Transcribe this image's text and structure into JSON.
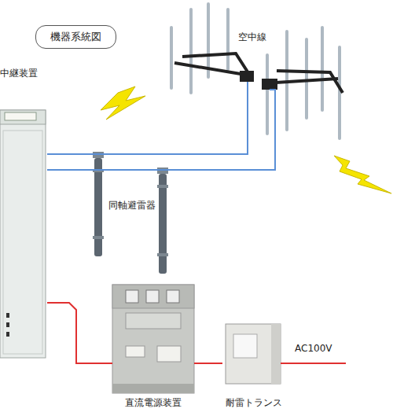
{
  "diagram": {
    "title": "機器系統図",
    "nodes": [
      {
        "text": [
          "中継装置"
        ]
      },
      {
        "text": [
          "空中線"
        ]
      },
      {
        "text": [
          "同軸避雷器"
        ]
      },
      {
        "text": [
          "直流電源装置"
        ]
      },
      {
        "text": [
          "耐雷トランス"
        ]
      }
    ],
    "edges": [
      {
        "from": 0,
        "to": 1,
        "arrow": "none"
      },
      {
        "from": 0,
        "to": 1,
        "arrow": "none"
      },
      {
        "from": 0,
        "to": 3,
        "arrow": "none"
      },
      {
        "from": 3,
        "to": 4,
        "arrow": "none"
      }
    ],
    "labels": [
      "AC100V"
    ]
  }
}
